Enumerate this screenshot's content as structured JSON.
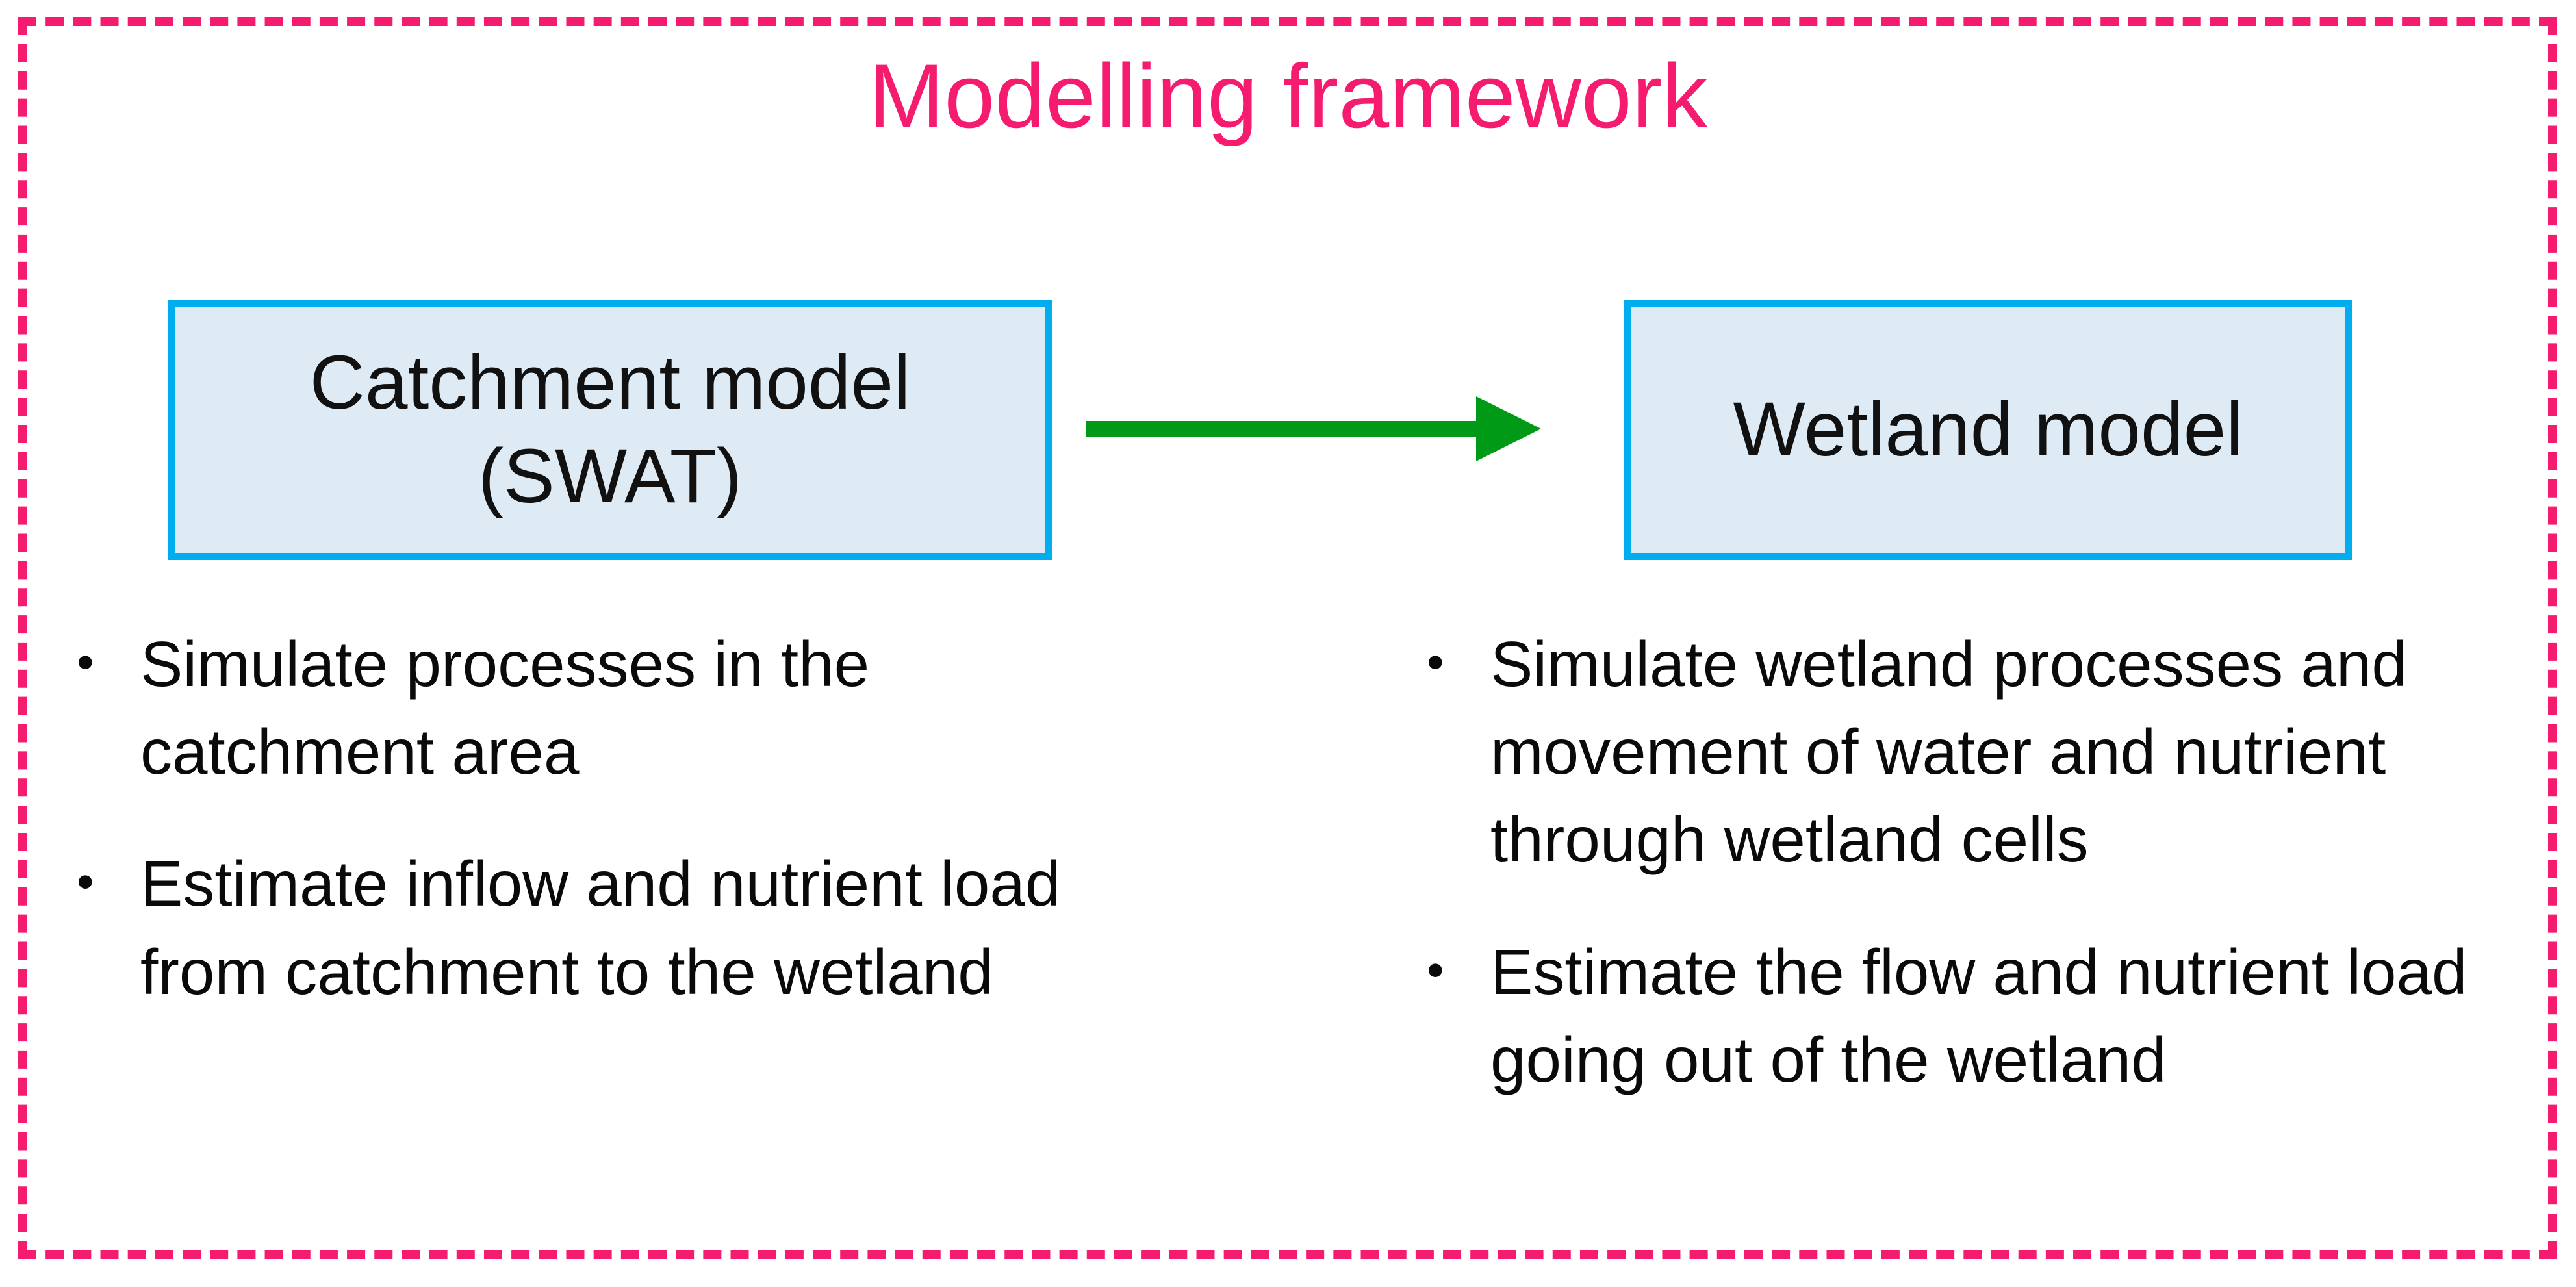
{
  "title": "Modelling framework",
  "colors": {
    "frame_border": "#F51B6E",
    "title_text": "#F51B6E",
    "box_border": "#00AEEF",
    "box_fill": "#DEEBF5",
    "arrow": "#009A17",
    "body_text": "#0a0a0a",
    "background": "#FFFFFF"
  },
  "boxes": {
    "catchment": {
      "line1": "Catchment model",
      "line2": "(SWAT)"
    },
    "wetland": {
      "line1": "Wetland model"
    }
  },
  "arrow": {
    "direction": "right",
    "label": "flow-from-catchment-to-wetland"
  },
  "bullets": {
    "marker": "•",
    "left": [
      "Simulate processes in the catchment area",
      "Estimate inflow and nutrient load from catchment to the wetland"
    ],
    "right": [
      "Simulate wetland processes and movement of water and nutrient through wetland cells",
      "Estimate the flow and nutrient load going out of the wetland"
    ]
  }
}
